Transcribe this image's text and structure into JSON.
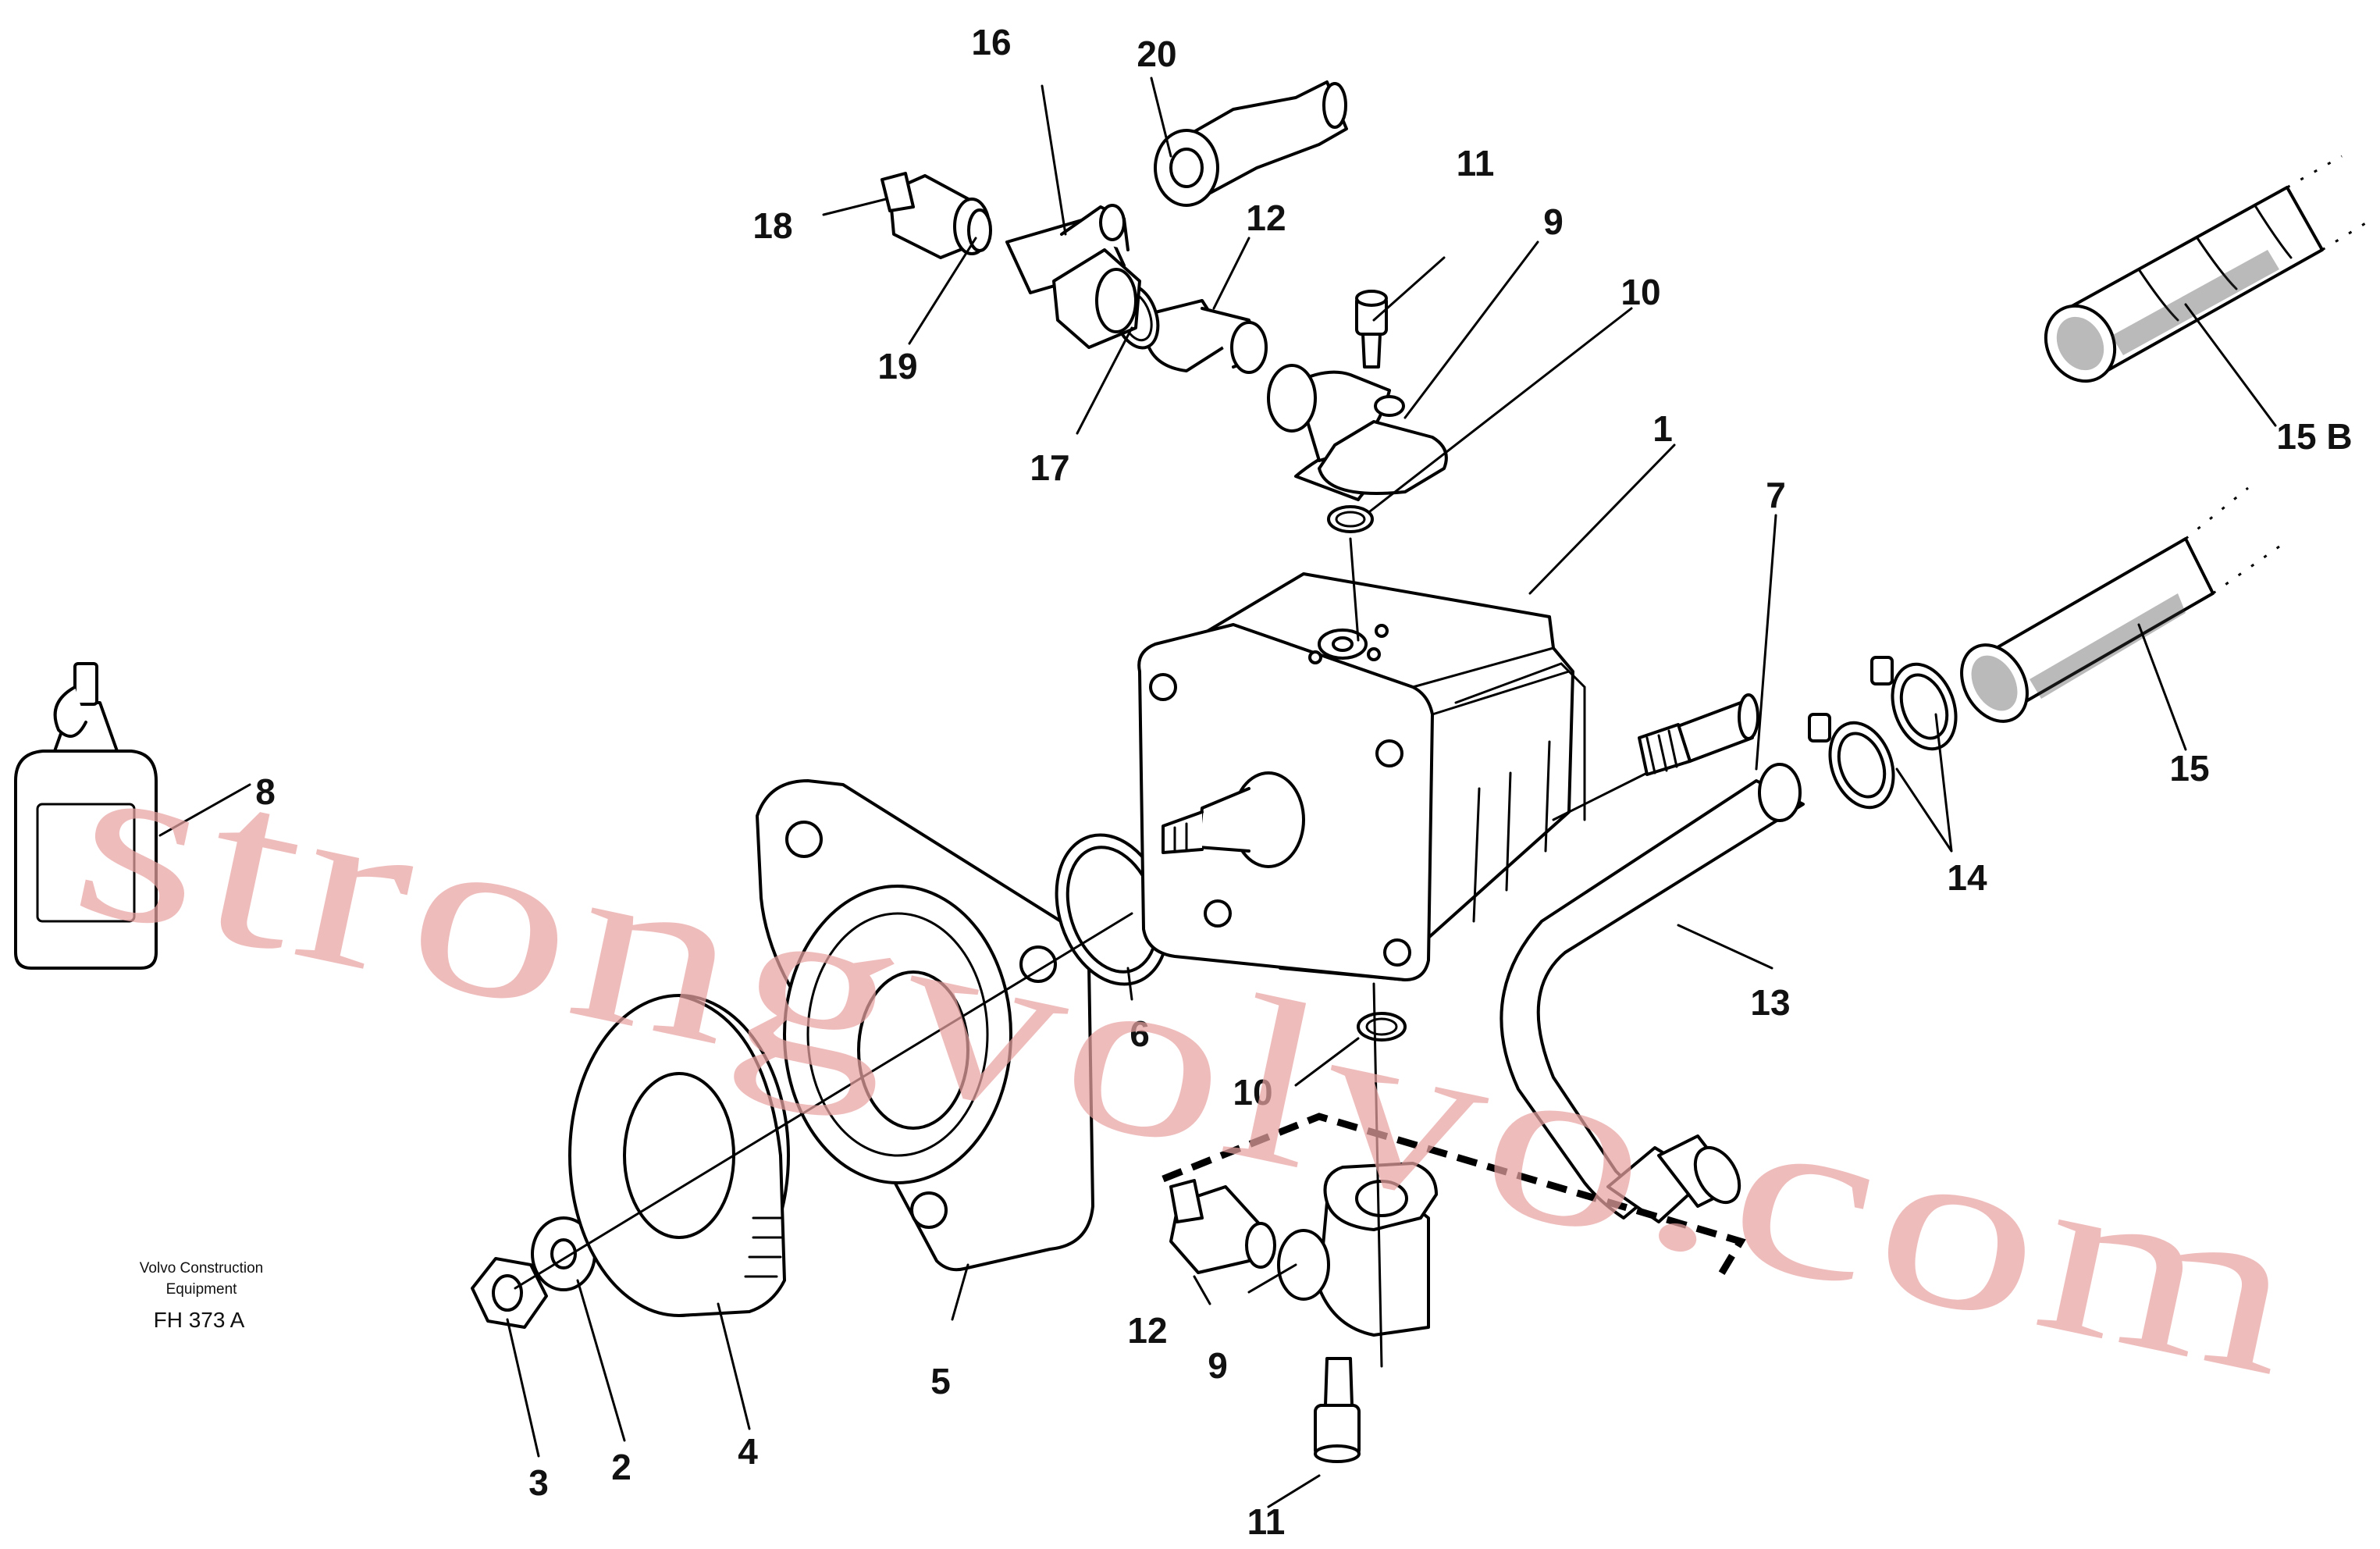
{
  "diagram": {
    "callouts": [
      {
        "id": "c1",
        "text": "1"
      },
      {
        "id": "c2",
        "text": "2"
      },
      {
        "id": "c3",
        "text": "3"
      },
      {
        "id": "c4",
        "text": "4"
      },
      {
        "id": "c5",
        "text": "5"
      },
      {
        "id": "c6",
        "text": "6"
      },
      {
        "id": "c7",
        "text": "7"
      },
      {
        "id": "c8",
        "text": "8"
      },
      {
        "id": "c9a",
        "text": "9"
      },
      {
        "id": "c9b",
        "text": "9"
      },
      {
        "id": "c10a",
        "text": "10"
      },
      {
        "id": "c10b",
        "text": "10"
      },
      {
        "id": "c11a",
        "text": "11"
      },
      {
        "id": "c11b",
        "text": "11"
      },
      {
        "id": "c12a",
        "text": "12"
      },
      {
        "id": "c12b",
        "text": "12"
      },
      {
        "id": "c13",
        "text": "13"
      },
      {
        "id": "c14",
        "text": "14"
      },
      {
        "id": "c15",
        "text": "15"
      },
      {
        "id": "c15b",
        "text": "15 B"
      },
      {
        "id": "c16",
        "text": "16"
      },
      {
        "id": "c17",
        "text": "17"
      },
      {
        "id": "c18",
        "text": "18"
      },
      {
        "id": "c19",
        "text": "19"
      },
      {
        "id": "c20",
        "text": "20"
      }
    ],
    "caption": {
      "line1": "Volvo Construction",
      "line2": "Equipment",
      "code": "FH 373 A"
    },
    "watermark": "strongvolvo.com"
  }
}
